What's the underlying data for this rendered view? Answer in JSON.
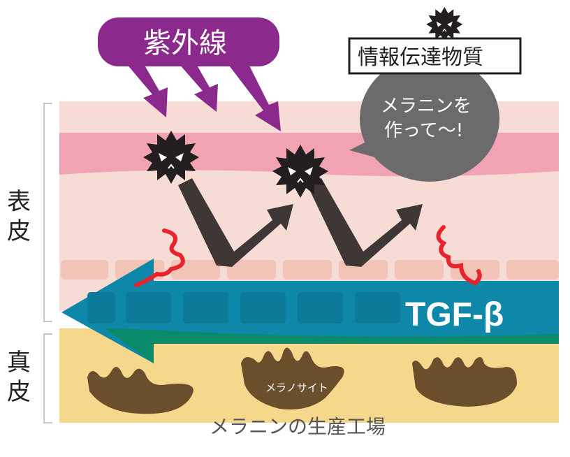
{
  "labels": {
    "uv": "紫外線",
    "messenger": "情報伝達物質",
    "speech_line1": "メラニンを",
    "speech_line2": "作って〜!",
    "tgf": "TGF-β",
    "melanocyte": "メラノサイト",
    "factory": "メラニンの生産工場",
    "epidermis_1": "表",
    "epidermis_2": "皮",
    "dermis_1": "真",
    "dermis_2": "皮"
  },
  "colors": {
    "uv_purple": "#8b2a8c",
    "skin_light": "#f7dcd6",
    "skin_band": "#f1a3b4",
    "cells": "#f2c4b8",
    "tgf_blue": "#0f87a9",
    "green": "#0a8a6a",
    "dermis": "#f6d88c",
    "melanocyte": "#6b4e2b",
    "virus": "#231f20",
    "zigzag": "#3f3636",
    "bubble": "#6b6b6b",
    "curl_red": "#e8232c"
  }
}
